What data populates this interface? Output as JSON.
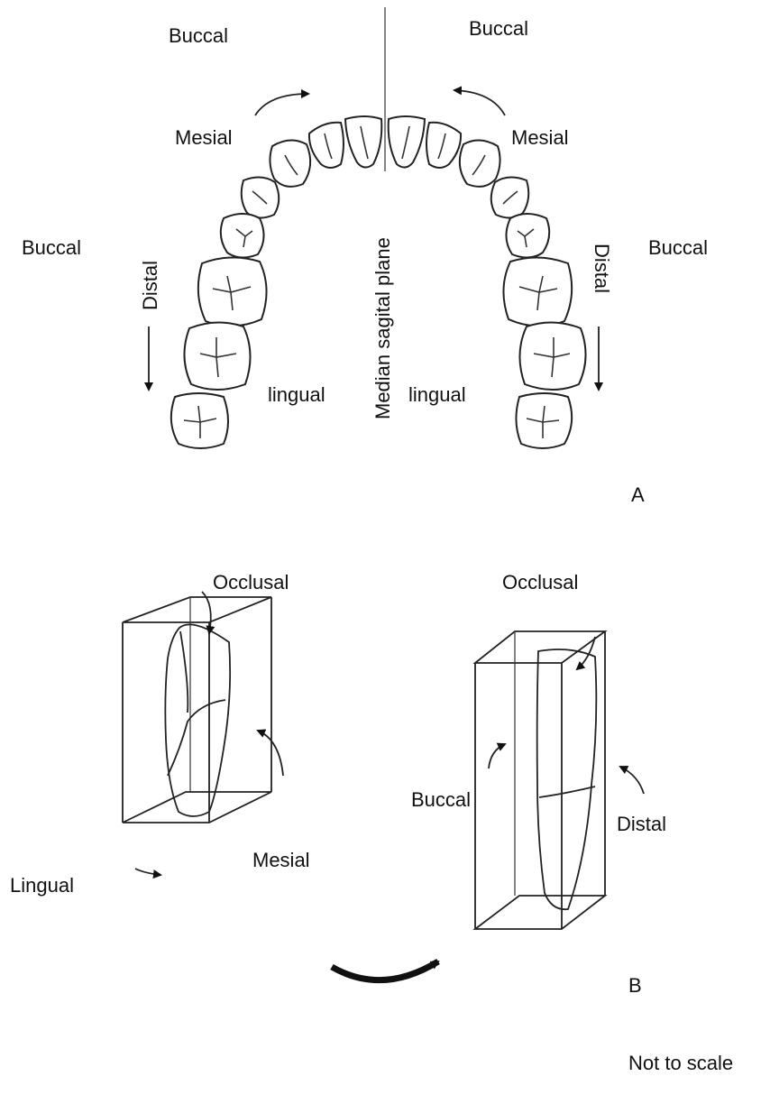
{
  "part_a": {
    "label": "A",
    "buccal_top_left": "Buccal",
    "buccal_top_right": "Buccal",
    "mesial_left": "Mesial",
    "mesial_right": "Mesial",
    "buccal_mid_left": "Buccal",
    "buccal_mid_right": "Buccal",
    "distal_left": "Distal",
    "distal_right": "Distal",
    "lingual_left": "lingual",
    "lingual_right": "lingual",
    "median_plane": "Median sagital plane"
  },
  "part_b": {
    "label": "B",
    "occlusal_left": "Occlusal",
    "occlusal_right": "Occlusal",
    "lingual": "Lingual",
    "mesial": "Mesial",
    "buccal": "Buccal",
    "distal": "Distal"
  },
  "footer": {
    "note": "Not to scale"
  }
}
